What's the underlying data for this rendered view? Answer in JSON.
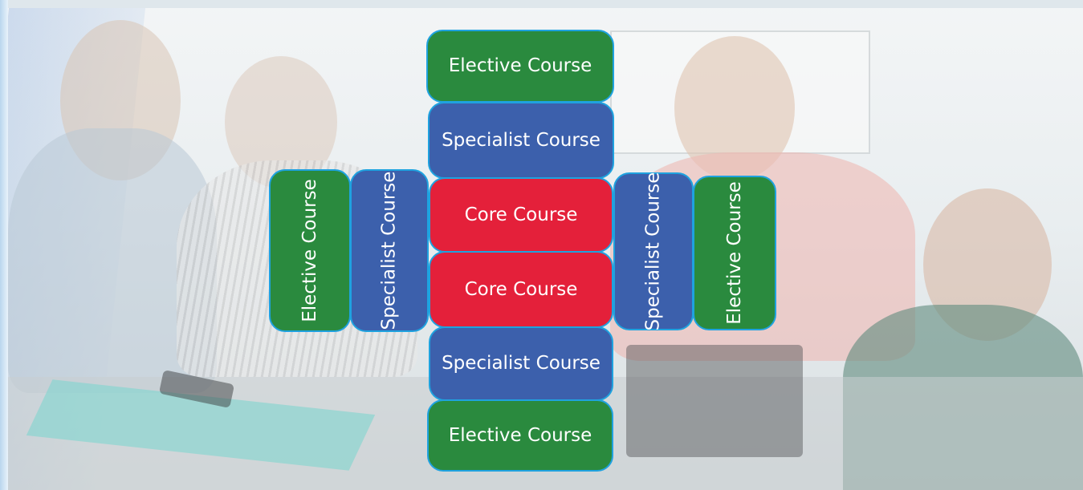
{
  "colors": {
    "elective": "#2a8a3e",
    "specialist": "#3c60ac",
    "core": "#e4203a",
    "border": "#1fa2df"
  },
  "diagram": {
    "top_elective": "Elective Course",
    "top_specialist": "Specialist Course",
    "core_upper": "Core Course",
    "core_lower": "Core Course",
    "bottom_specialist": "Specialist Course",
    "bottom_elective": "Elective Course",
    "left_elective": "Elective Course",
    "left_specialist": "Specialist Course",
    "right_specialist": "Specialist Course",
    "right_elective": "Elective Course"
  }
}
